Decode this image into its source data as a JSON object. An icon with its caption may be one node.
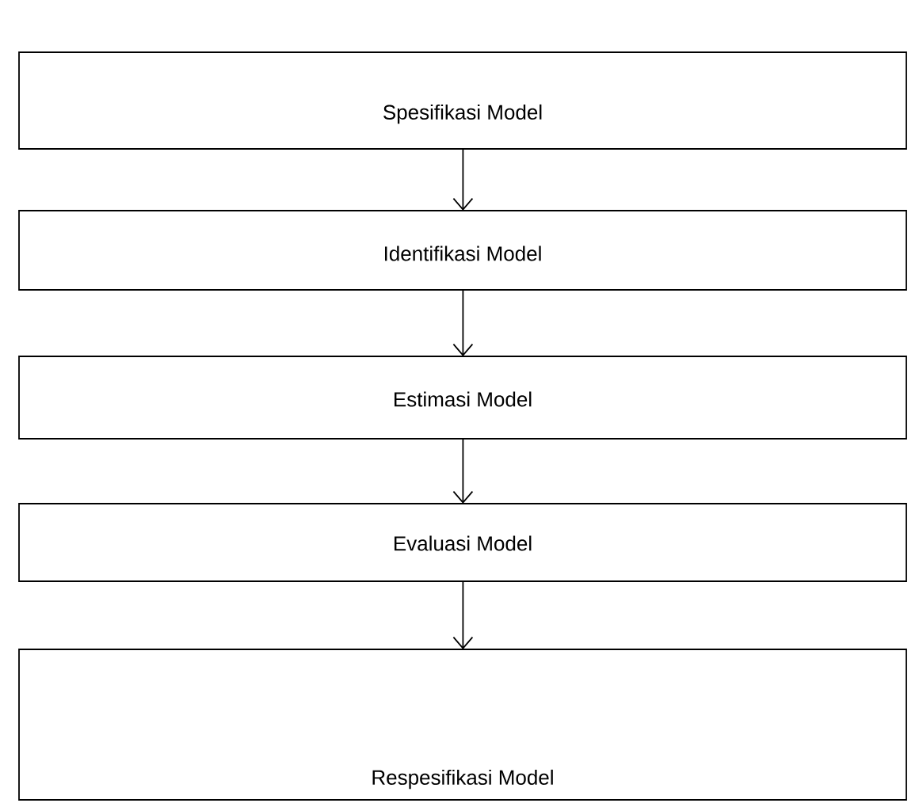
{
  "diagram": {
    "nodes": [
      {
        "text": [
          "Spesifikasi Model"
        ]
      },
      {
        "text": [
          "Identifikasi Model"
        ]
      },
      {
        "text": [
          "Estimasi Model"
        ]
      },
      {
        "text": [
          "Evaluasi Model"
        ]
      },
      {
        "text": [
          "Respesifikasi Model"
        ]
      }
    ],
    "edges": [
      {
        "from": 0,
        "to": 1,
        "arrow": "to"
      },
      {
        "from": 1,
        "to": 2,
        "arrow": "to"
      },
      {
        "from": 2,
        "to": 3,
        "arrow": "to"
      },
      {
        "from": 3,
        "to": 4,
        "arrow": "to"
      }
    ]
  }
}
